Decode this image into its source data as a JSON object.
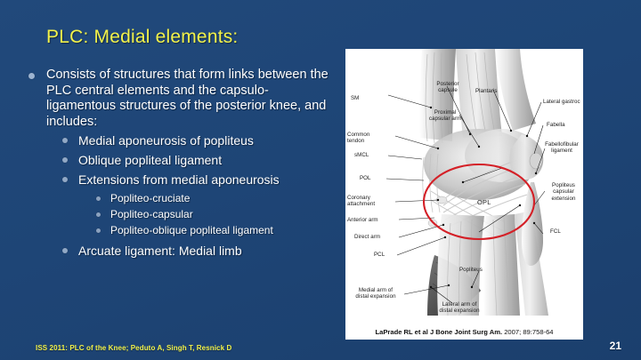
{
  "slide": {
    "title": "PLC: Medial elements:",
    "background_color": "#1f4a7d",
    "title_color": "#f2f24a",
    "page_number": "21",
    "footer": "ISS 2011: PLC of the Knee; Peduto A, Singh T, Resnick D"
  },
  "bullets": [
    {
      "level": 1,
      "text": "Consists of structures that form links between the PLC central elements and the capsulo-ligamentous structures of the posterior knee, and includes:"
    },
    {
      "level": 2,
      "text": "Medial aponeurosis of popliteus"
    },
    {
      "level": 2,
      "text": "Oblique popliteal ligament"
    },
    {
      "level": 2,
      "text": "Extensions from medial aponeurosis"
    },
    {
      "level": 3,
      "text": "Popliteo-cruciate"
    },
    {
      "level": 3,
      "text": "Popliteo-capsular"
    },
    {
      "level": 3,
      "text": "Popliteo-oblique popliteal ligament"
    },
    {
      "level": 2,
      "text": "Arcuate ligament: Medial limb"
    }
  ],
  "figure": {
    "highlight_color": "#d42027",
    "highlight_label": "OPL",
    "citation_bold": "LaPrade RL et al  J Bone Joint Surg Am.",
    "citation_rest": " 2007; 89:758-64",
    "labels": [
      {
        "name": "sm",
        "text": "SM"
      },
      {
        "name": "common-tendon",
        "text": "Common\ntendon"
      },
      {
        "name": "smcl",
        "text": "sMCL"
      },
      {
        "name": "pol",
        "text": "POL"
      },
      {
        "name": "coronary-attachment",
        "text": "Coronary\nattachment"
      },
      {
        "name": "anterior-arm",
        "text": "Anterior arm"
      },
      {
        "name": "direct-arm",
        "text": "Direct arm"
      },
      {
        "name": "pcl",
        "text": "PCL"
      },
      {
        "name": "medial-arm-distal-expansion",
        "text": "Medial arm of\ndistal expansion"
      },
      {
        "name": "posterior-capsule",
        "text": "Posterior\ncapsule"
      },
      {
        "name": "plantaris",
        "text": "Plantaris"
      },
      {
        "name": "proximal-capsular-arm",
        "text": "Proximal\ncapsular arm"
      },
      {
        "name": "lateral-gastroc",
        "text": "Lateral gastroc"
      },
      {
        "name": "fabella",
        "text": "Fabella"
      },
      {
        "name": "fabellofibular-ligament",
        "text": "Fabellofibular\nligament"
      },
      {
        "name": "popliteus-capsular-extension",
        "text": "Popliteus\ncapsular\nextension"
      },
      {
        "name": "fcl",
        "text": "FCL"
      },
      {
        "name": "popliteus",
        "text": "Popliteus"
      },
      {
        "name": "lateral-arm-distal-expansion",
        "text": "Lateral arm of\ndistal expansion"
      }
    ]
  }
}
